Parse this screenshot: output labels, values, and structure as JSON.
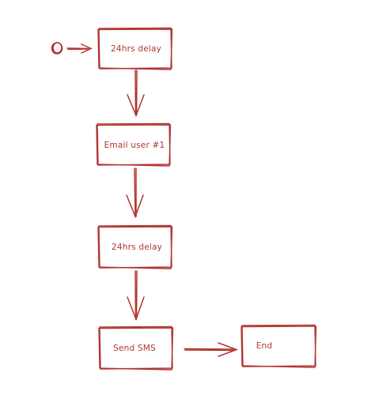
{
  "diagram": {
    "stroke_color": "#b0352f",
    "background": "#ffffff",
    "start_marker": "start-circle",
    "nodes": [
      {
        "id": "delay-1",
        "label": "24hrs delay"
      },
      {
        "id": "email-1",
        "label": "Email user #1"
      },
      {
        "id": "delay-2",
        "label": "24hrs delay"
      },
      {
        "id": "sms",
        "label": "Send SMS"
      },
      {
        "id": "end",
        "label": "End"
      }
    ],
    "edges": [
      {
        "from": "start",
        "to": "delay-1"
      },
      {
        "from": "delay-1",
        "to": "email-1"
      },
      {
        "from": "email-1",
        "to": "delay-2"
      },
      {
        "from": "delay-2",
        "to": "sms"
      },
      {
        "from": "sms",
        "to": "end"
      }
    ]
  }
}
